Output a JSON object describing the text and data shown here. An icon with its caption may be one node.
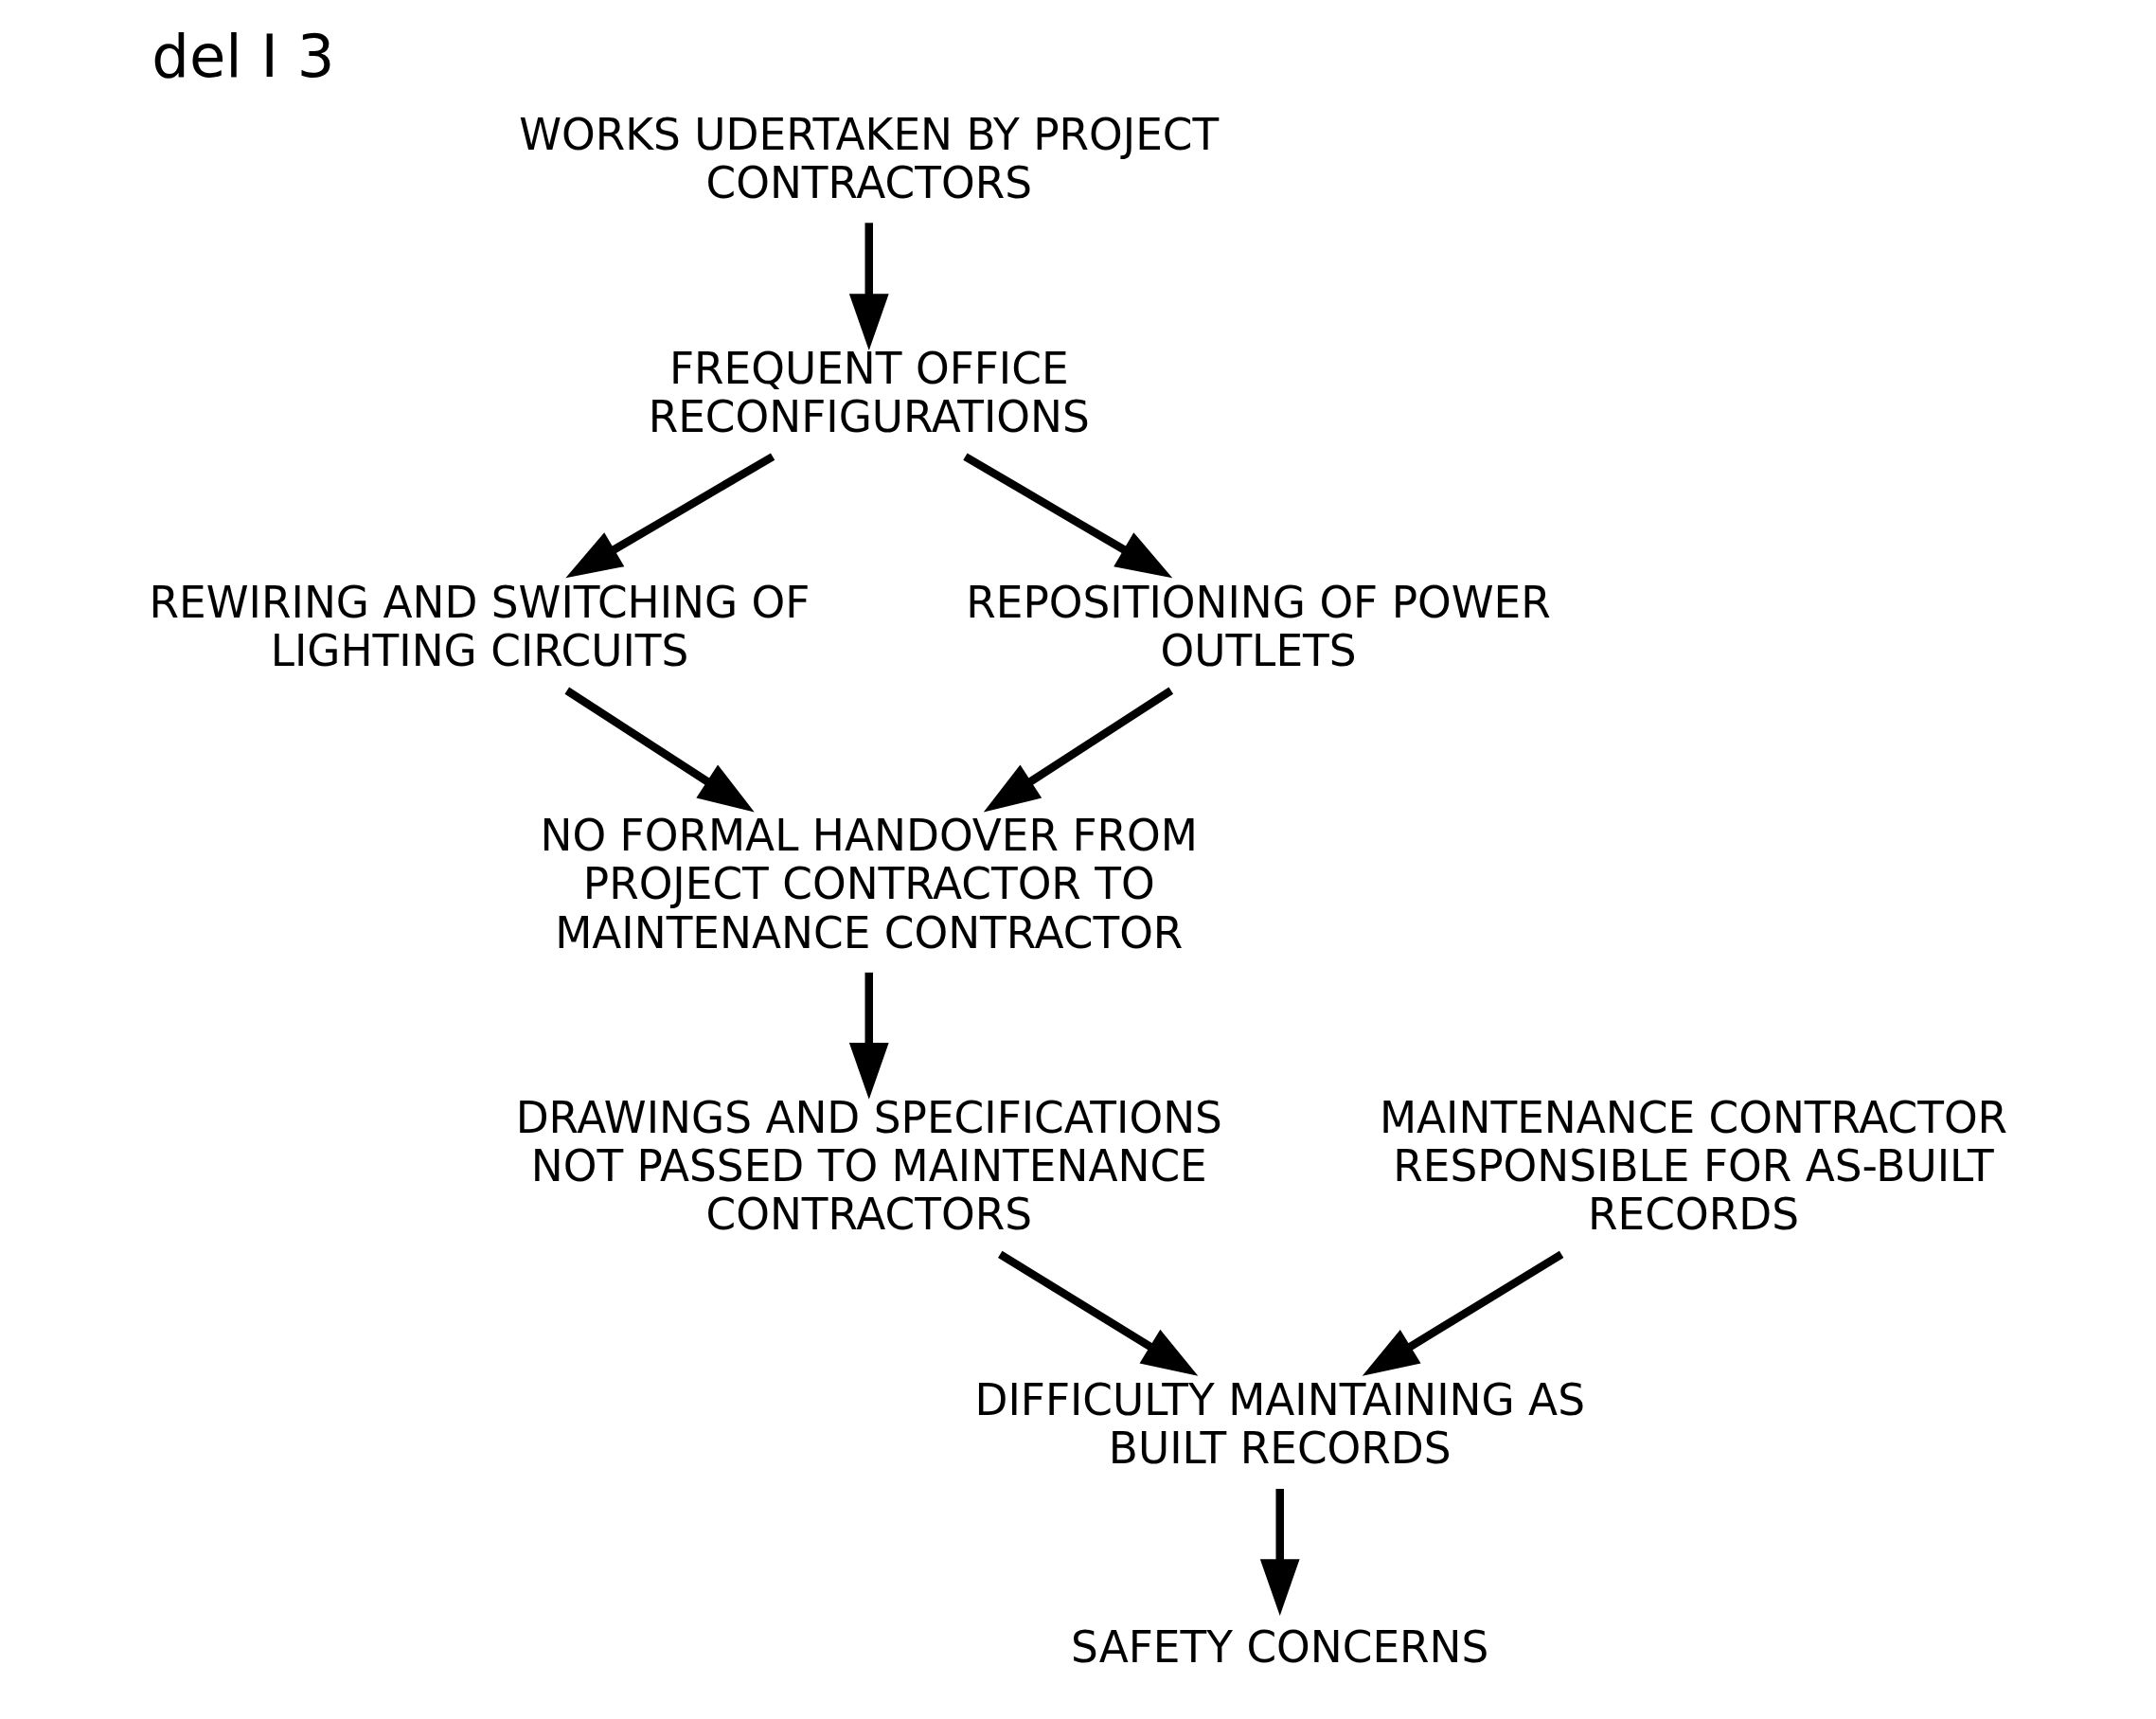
{
  "diagram": {
    "title": "del I 3",
    "nodes": [
      {
        "text": [
          "WORKS UDERTAKEN BY PROJECT CONTRACTORS"
        ]
      },
      {
        "text": [
          "FREQUENT OFFICE RECONFIGURATIONS"
        ]
      },
      {
        "text": [
          "REWIRING AND SWITCHING OF LIGHTING CIRCUITS"
        ]
      },
      {
        "text": [
          "REPOSITIONING OF POWER OUTLETS"
        ]
      },
      {
        "text": [
          "NO FORMAL HANDOVER FROM PROJECT CONTRACTOR TO MAINTENANCE CONTRACTOR"
        ]
      },
      {
        "text": [
          "MAINTENANCE CONTRACTOR RESPONSIBLE FOR AS-BUILT RECORDS"
        ]
      },
      {
        "text": [
          "DRAWINGS AND SPECIFICATIONS NOT PASSED TO MAINTENANCE CONTRACTORS"
        ]
      },
      {
        "text": [
          "DIFFICULTY MAINTAINING AS BUILT RECORDS"
        ]
      },
      {
        "text": [
          "SAFETY CONCERNS"
        ]
      }
    ],
    "edges": [
      {
        "from": 0,
        "to": 1,
        "arrow": "to"
      },
      {
        "from": 1,
        "to": 2,
        "arrow": "to"
      },
      {
        "from": 1,
        "to": 3,
        "arrow": "to"
      },
      {
        "from": 2,
        "to": 4,
        "arrow": "to"
      },
      {
        "from": 3,
        "to": 4,
        "arrow": "to"
      },
      {
        "from": 4,
        "to": 6,
        "arrow": "to"
      },
      {
        "from": 5,
        "to": 7,
        "arrow": "to"
      },
      {
        "from": 6,
        "to": 7,
        "arrow": "to"
      },
      {
        "from": 7,
        "to": 8,
        "arrow": "to"
      }
    ]
  }
}
